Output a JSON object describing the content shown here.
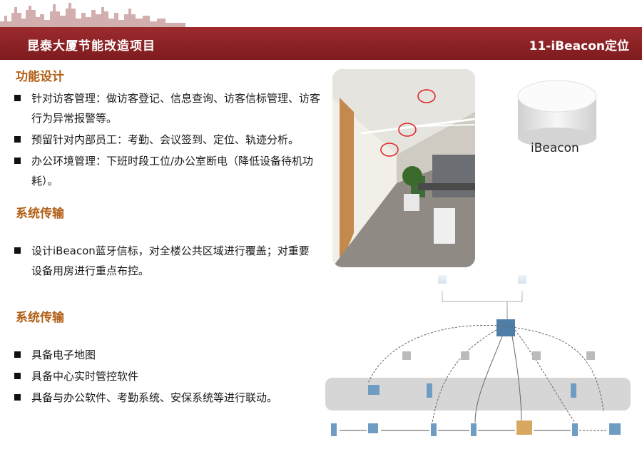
{
  "header": {
    "title": "昆泰大厦节能改造项目",
    "right_label": "11-iBeacon定位",
    "bar_color": "#8b2225"
  },
  "sections": [
    {
      "title": "功能设计",
      "bullets": [
        "针对访客管理：做访客登记、信息查询、访客信标管理、访客行为异常报警等。",
        "预留针对内部员工：考勤、会议签到、定位、轨迹分析。",
        "办公环境管理：下班时段工位/办公室断电（降低设备待机功耗）。"
      ]
    },
    {
      "title": "系统传输",
      "bullets": [
        "设计iBeacon蓝牙信标，对全楼公共区域进行覆盖；对重要设备用房进行重点布控。"
      ]
    },
    {
      "title": "系统传输",
      "bullets": [
        "具备电子地图",
        "具备中心实时管控软件",
        "具备与办公软件、考勤系统、安保系统等进行联动。"
      ]
    }
  ],
  "beacon": {
    "label": "iBeacon"
  },
  "colors": {
    "section_title": "#b25f16",
    "accent": "#8b2225"
  }
}
